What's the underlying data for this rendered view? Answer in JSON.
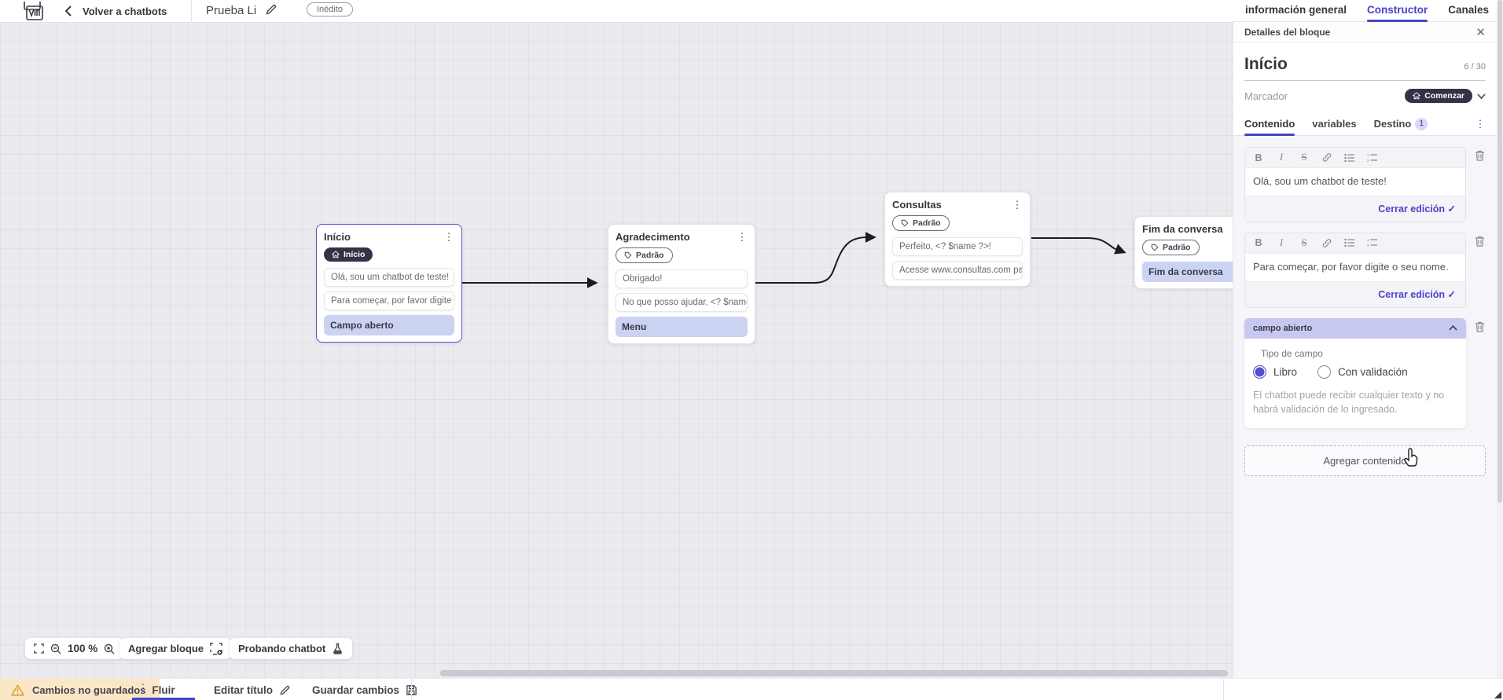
{
  "topbar": {
    "back_label": "Volver a chatbots",
    "title": "Prueba Li",
    "status_badge": "Inédito",
    "tabs": [
      {
        "label": "información general",
        "active": false
      },
      {
        "label": "Constructor",
        "active": true
      },
      {
        "label": "Canales",
        "active": false
      }
    ]
  },
  "canvas": {
    "zoom_level": "100 %",
    "toolbar": {
      "add_block_label": "Agregar bloque",
      "test_chatbot_label": "Probando chatbot"
    },
    "nodes": [
      {
        "title": "Início",
        "badge": "Início",
        "items": [
          {
            "text": "Olá, sou um chatbot de teste!"
          },
          {
            "text": "Para começar, por favor digite o ..."
          },
          {
            "text": "Campo aberto"
          }
        ]
      },
      {
        "title": "Agradecimento",
        "badge": "Padrão",
        "items": [
          {
            "text": "Obrigado!"
          },
          {
            "text": "No que posso ajudar, <? $name ..."
          },
          {
            "text": "Menu"
          }
        ]
      },
      {
        "title": "Consultas",
        "badge": "Padrão",
        "items": [
          {
            "text": "Perfeito, <? $name ?>!"
          },
          {
            "text": "Acesse www.consultas.com par..."
          }
        ]
      },
      {
        "title": "Fim da conversa",
        "badge": "Padrão",
        "items": [
          {
            "text": "Fim da conversa"
          }
        ]
      }
    ]
  },
  "panel": {
    "header": "Detalles del bloque",
    "block_name": "Início",
    "char_count": "6 / 30",
    "marker_label": "Marcador",
    "marker_value": "Comenzar",
    "tabs": [
      {
        "label": "Contenido",
        "active": true
      },
      {
        "label": "variables",
        "active": false
      },
      {
        "label": "Destino",
        "active": false,
        "badge": "1"
      }
    ],
    "editors": [
      {
        "text": "Olá, sou um chatbot de teste!",
        "close_label": "Cerrar edición"
      },
      {
        "text": "Para começar, por favor digite o seu nome.",
        "close_label": "Cerrar edición"
      }
    ],
    "open_field": {
      "header": "campo abierto",
      "type_label": "Tipo de campo",
      "options": [
        {
          "label": "Libro",
          "selected": true
        },
        {
          "label": "Con validación",
          "selected": false
        }
      ],
      "helper": "El chatbot puede recibir cualquier texto y no habrá validación de lo ingresado."
    },
    "add_content_label": "Agregar contenido"
  },
  "bottombar": {
    "unsaved_label": "Cambios no guardados",
    "flow_tab": "Fluir",
    "edit_title_label": "Editar título",
    "save_label": "Guardar cambios"
  },
  "colors": {
    "accent": "#4643c9",
    "dark_pill": "#343247",
    "highlight_row": "#ccd2f2",
    "unsaved_bg": "#fbe7c6",
    "canvas_bg": "#ebeaee"
  }
}
